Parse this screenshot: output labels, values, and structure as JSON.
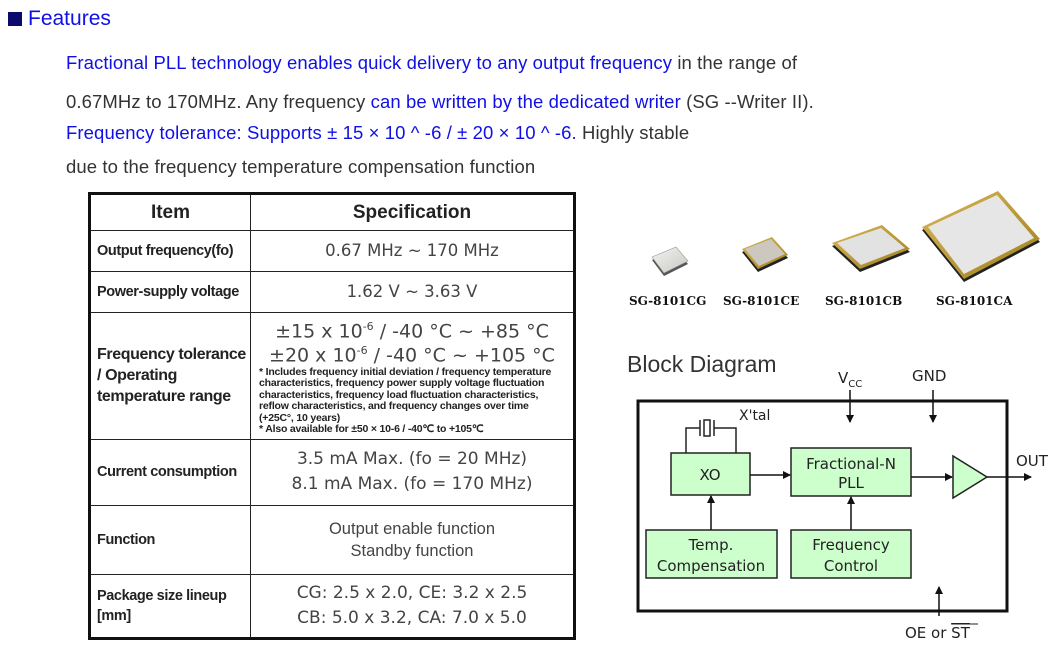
{
  "header": {
    "bullet": "square-bullet-icon",
    "title": "Features"
  },
  "intro": {
    "line1": [
      {
        "text": "Fractional PLL technology enables quick delivery to any output frequency",
        "style": "blue"
      },
      {
        "text": " in the range of",
        "style": "dark"
      }
    ],
    "line2": [
      {
        "text": "0.67MHz to 170MHz. Any frequency ",
        "style": "dark"
      },
      {
        "text": "can be written by the dedicated writer",
        "style": "blue"
      },
      {
        "text": " (SG --Writer II).",
        "style": "dark"
      }
    ],
    "line3": [
      {
        "text": "Frequency tolerance: Supports ± 15 × 10 ^ -6 / ± 20 × 10 ^ -6.",
        "style": "blue"
      },
      {
        "text": " Highly stable",
        "style": "dark"
      }
    ],
    "line4": [
      {
        "text": "due to the frequency temperature compensation function",
        "style": "dark"
      }
    ]
  },
  "spec_table": {
    "headers": [
      "Item",
      "Specification"
    ],
    "rows": {
      "output_frequency": {
        "item": "Output frequency(fo)",
        "value": "0.67 MHz ~ 170 MHz"
      },
      "supply_voltage": {
        "item": "Power-supply voltage",
        "value": "1.62 V ~ 3.63 V"
      },
      "tolerance": {
        "item": "Frequency tolerance / Operating temperature range",
        "line1_pre": "±15 x 10",
        "line1_exp": "-6",
        "line1_post": " / -40 °C ~ +85 °C",
        "line2_pre": "±20 x 10",
        "line2_exp": "-6",
        "line2_post": " / -40 °C ~ +105 °C",
        "note1": "* Includes frequency initial deviation / frequency temperature characteristics, frequency power supply voltage fluctuation characteristics, frequency load fluctuation characteristics, reflow characteristics, and frequency changes over time",
        "note1b": "(+25C°, 10 years)",
        "note2": "* Also available for ±50 × 10-6 / -40℃ to +105℃"
      },
      "current": {
        "item": "Current consumption",
        "line1": "3.5 mA Max. (fo = 20 MHz)",
        "line2": "8.1 mA Max. (fo = 170 MHz)"
      },
      "function": {
        "item": "Function",
        "line1": "Output enable function",
        "line2": "Standby function"
      },
      "package": {
        "item": "Package size lineup [mm]",
        "line1": "CG: 2.5 x 2.0, CE: 3.2 x 2.5",
        "line2": "CB: 5.0 x 3.2, CA: 7.0 x 5.0"
      }
    }
  },
  "products": [
    {
      "name": "SG-8101CG"
    },
    {
      "name": "SG-8101CE"
    },
    {
      "name": "SG-8101CB"
    },
    {
      "name": "SG-8101CA"
    }
  ],
  "block_diagram": {
    "title": "Block Diagram",
    "vcc": "V",
    "vcc_sub": "CC",
    "gnd": "GND",
    "xtal": "X'tal",
    "xo": "XO",
    "pll_line1": "Fractional-N",
    "pll_line2": "PLL",
    "temp_line1": "Temp.",
    "temp_line2": "Compensation",
    "freq_line1": "Frequency",
    "freq_line2": "Control",
    "out": "OUT",
    "oe": "OE or ",
    "st": "ST",
    "block_fill": "#ccffcc"
  }
}
